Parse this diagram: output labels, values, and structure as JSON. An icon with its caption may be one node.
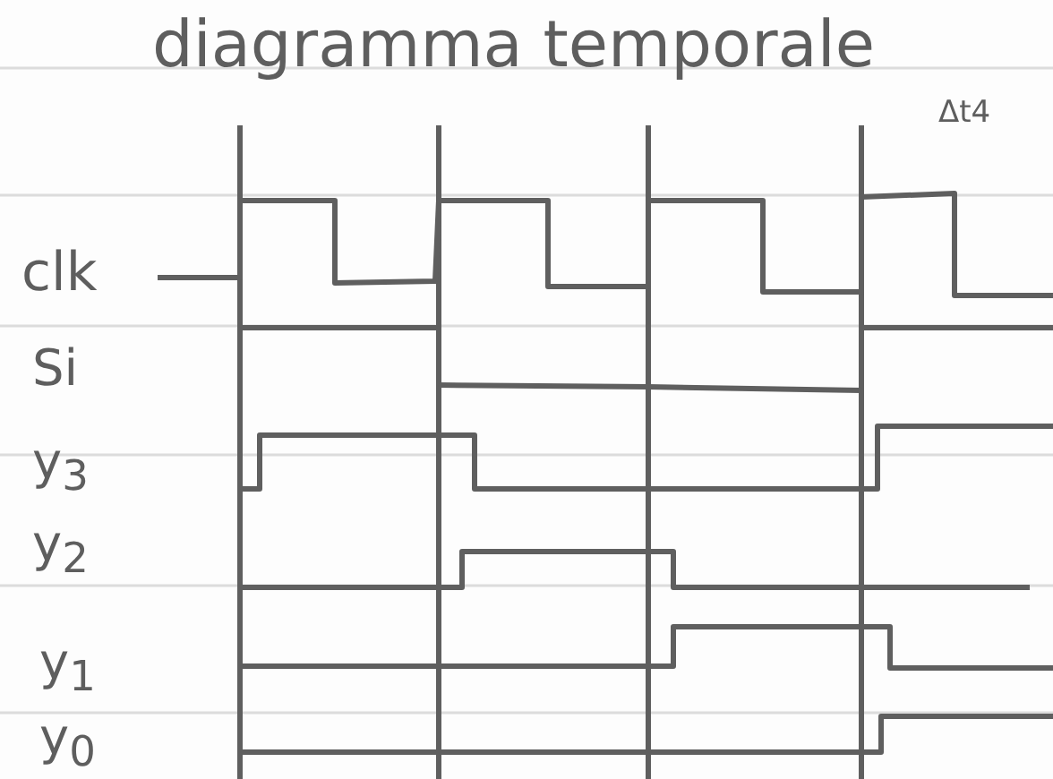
{
  "diagram": {
    "title": "diagramma temporale",
    "labels": [
      "Δt4",
      "clk",
      "Si",
      "y$_{3}$",
      "y$_{2}$",
      "y$_{1}$",
      "y$_{0}$"
    ]
  }
}
